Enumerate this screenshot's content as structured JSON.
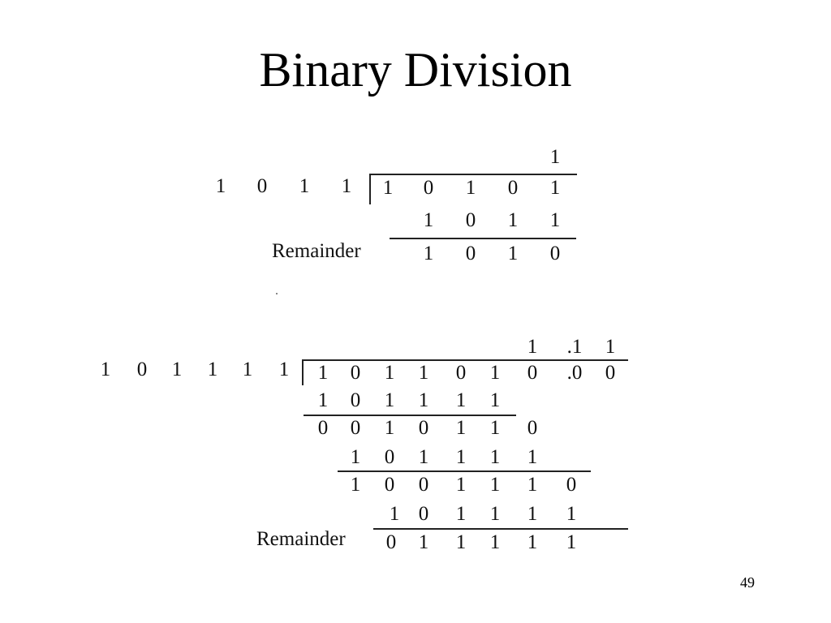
{
  "slide": {
    "title": "Binary Division",
    "page_number": "49"
  },
  "example1": {
    "quotient": [
      "1"
    ],
    "divisor": [
      "1",
      "0",
      "1",
      "1"
    ],
    "dividend": [
      "1",
      "0",
      "1",
      "0",
      "1"
    ],
    "subtrahend": [
      "1",
      "0",
      "1",
      "1"
    ],
    "remainder_label": "Remainder",
    "remainder": [
      "1",
      "0",
      "1",
      "0"
    ]
  },
  "example2": {
    "quotient": [
      "1",
      ".1",
      "1"
    ],
    "divisor": [
      "1",
      "0",
      "1",
      "1",
      "1",
      "1"
    ],
    "dividend": [
      "1",
      "0",
      "1",
      "1",
      "0",
      "1",
      "0",
      ".0",
      "0"
    ],
    "steps": [
      {
        "subtract": [
          "1",
          "0",
          "1",
          "1",
          "1",
          "1"
        ],
        "result": [
          "0",
          "0",
          "1",
          "0",
          "1",
          "1",
          "0"
        ]
      },
      {
        "subtract": [
          "1",
          "0",
          "1",
          "1",
          "1",
          "1"
        ],
        "result": [
          "1",
          "0",
          "0",
          "1",
          "1",
          "1",
          "0"
        ]
      },
      {
        "subtract": [
          "1",
          "0",
          "1",
          "1",
          "1",
          "1"
        ]
      }
    ],
    "remainder_label": "Remainder",
    "remainder": [
      "0",
      "1",
      "1",
      "1",
      "1",
      "1"
    ]
  }
}
